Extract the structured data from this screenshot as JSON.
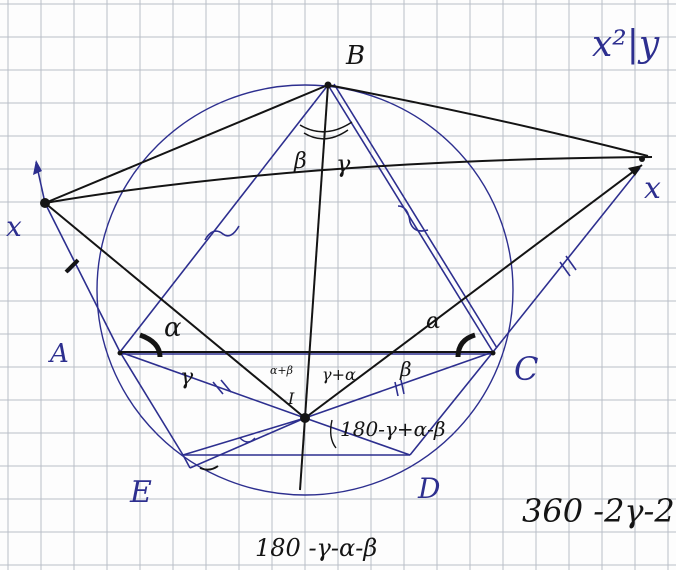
{
  "labels": {
    "B": "B",
    "X_left": "x",
    "X_right": "x",
    "A": "A",
    "C": "C",
    "E": "E",
    "D": "D",
    "I": "I",
    "beta": "β",
    "gamma": "γ",
    "alpha_left": "α",
    "alpha_right": "α",
    "angle_AI": "γ",
    "angle_CI": "β",
    "center_left": "α+β",
    "center_right": "γ+α"
  },
  "annotations": {
    "top_right": "x²|y",
    "angle_IDE": "180-γ+α-β",
    "bottom": "180 -γ-α-β",
    "bottom_right": "360 -2γ-2"
  },
  "colors": {
    "grid": "#b9bec8",
    "ink_black": "#141414",
    "ink_blue": "#2d2f8f",
    "paper": "#fdfdfd"
  }
}
